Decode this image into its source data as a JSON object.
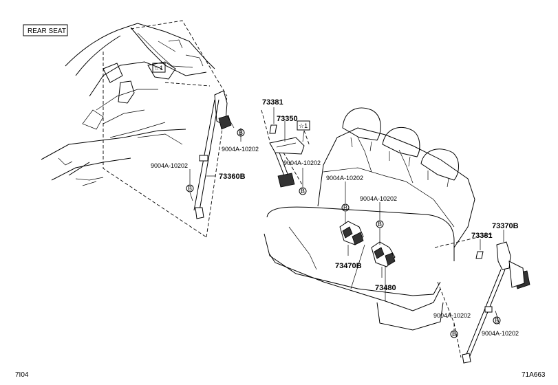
{
  "header": {
    "section_label": "REAR SEAT"
  },
  "parts": {
    "p73381_top": "73381",
    "p73350": "73350",
    "p73360b": "73360B",
    "p73370b": "73370B",
    "p73381_right": "73381",
    "p73470b": "73470B",
    "p73480": "73480"
  },
  "bolts": {
    "b1": "9004A-10202",
    "b2": "9004A-10202",
    "b3": "9004A-10202",
    "b4": "9004A-10202",
    "b5": "9004A-10202",
    "b6": "9004A-10202",
    "b7": "9004A-10202"
  },
  "markers": {
    "star1_left": "☆1",
    "star1_right": "☆1",
    "b": "B"
  },
  "footer": {
    "left_code": "7I04",
    "right_code": "71A663"
  }
}
